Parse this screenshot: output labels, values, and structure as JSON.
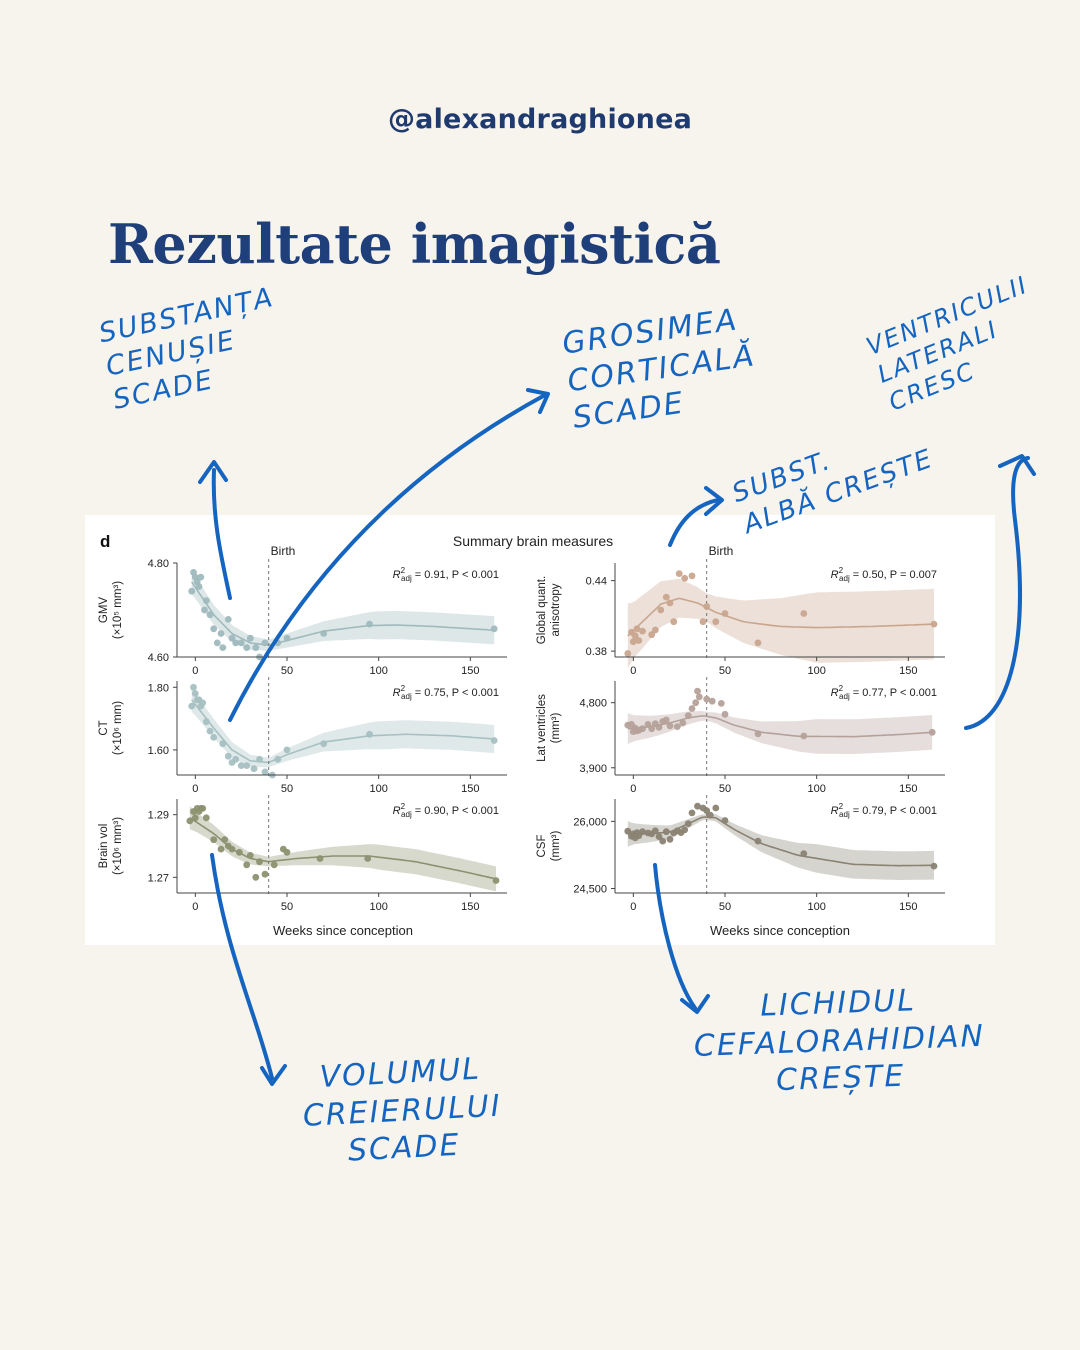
{
  "header": {
    "handle": "@alexandraghionea",
    "title": "Rezultate imagistică"
  },
  "annotations": {
    "gray_matter": "Substanța\ncenușie\nscade",
    "cortical_thickness": "Grosimea\ncorticală\nscade",
    "white_matter": "Subst.\nalbă crește",
    "ventricles": "Ventriculii\nlaterali\ncresc",
    "brain_volume": "Volumul\ncreierului\nscade",
    "csf": "Lichidul\ncefalorahidian\ncrește"
  },
  "colors": {
    "annotation_ink": "#1565c0",
    "gmv": "#9fb9bd",
    "ct": "#a7c0c2",
    "brain_vol": "#8c9170",
    "anisotropy": "#c9a58e",
    "lat_ventricles": "#b5a19a",
    "csf": "#8a8373"
  },
  "figure": {
    "panel_label": "d",
    "title": "Summary brain measures",
    "birth_label": "Birth",
    "x_axis_label": "Weeks since conception",
    "x_ticks": [
      "0",
      "50",
      "100",
      "150"
    ]
  },
  "chart_data": [
    {
      "type": "scatter",
      "id": "gmv",
      "ylabel": "GMV",
      "yunit": "(×10⁵ mm³)",
      "yticks": [
        "4.80",
        "4.60"
      ],
      "ylim": [
        4.6,
        4.8
      ],
      "xlim": [
        -10,
        170
      ],
      "birth_x": 40,
      "stat_r2": "= 0.91, P < 0.001",
      "points": [
        [
          -2,
          4.74
        ],
        [
          -1,
          4.78
        ],
        [
          0,
          4.77
        ],
        [
          1,
          4.76
        ],
        [
          2,
          4.75
        ],
        [
          3,
          4.77
        ],
        [
          5,
          4.7
        ],
        [
          6,
          4.72
        ],
        [
          8,
          4.69
        ],
        [
          10,
          4.66
        ],
        [
          12,
          4.63
        ],
        [
          14,
          4.65
        ],
        [
          15,
          4.62
        ],
        [
          18,
          4.68
        ],
        [
          20,
          4.64
        ],
        [
          22,
          4.63
        ],
        [
          25,
          4.63
        ],
        [
          28,
          4.62
        ],
        [
          30,
          4.64
        ],
        [
          33,
          4.62
        ],
        [
          35,
          4.6
        ],
        [
          38,
          4.63
        ],
        [
          45,
          4.63
        ],
        [
          50,
          4.64
        ],
        [
          70,
          4.65
        ],
        [
          95,
          4.67
        ],
        [
          163,
          4.66
        ]
      ],
      "fit": [
        [
          -2,
          4.76
        ],
        [
          10,
          4.69
        ],
        [
          20,
          4.65
        ],
        [
          30,
          4.63
        ],
        [
          40,
          4.625
        ],
        [
          50,
          4.635
        ],
        [
          70,
          4.655
        ],
        [
          95,
          4.667
        ],
        [
          110,
          4.668
        ],
        [
          130,
          4.665
        ],
        [
          163,
          4.657
        ]
      ],
      "band": [
        0.012,
        0.03
      ]
    },
    {
      "type": "scatter",
      "id": "ct",
      "ylabel": "CT",
      "yunit": "(×10⁶ mm)",
      "yticks": [
        "1.80",
        "1.60"
      ],
      "ylim": [
        1.52,
        1.82
      ],
      "xlim": [
        -10,
        170
      ],
      "birth_x": 40,
      "stat_r2": "= 0.75, P < 0.001",
      "points": [
        [
          -2,
          1.74
        ],
        [
          -1,
          1.8
        ],
        [
          0,
          1.78
        ],
        [
          1,
          1.76
        ],
        [
          2,
          1.76
        ],
        [
          3,
          1.74
        ],
        [
          4,
          1.75
        ],
        [
          6,
          1.69
        ],
        [
          8,
          1.66
        ],
        [
          10,
          1.64
        ],
        [
          15,
          1.62
        ],
        [
          18,
          1.58
        ],
        [
          20,
          1.56
        ],
        [
          22,
          1.57
        ],
        [
          25,
          1.55
        ],
        [
          28,
          1.55
        ],
        [
          32,
          1.54
        ],
        [
          35,
          1.57
        ],
        [
          38,
          1.53
        ],
        [
          42,
          1.52
        ],
        [
          45,
          1.57
        ],
        [
          50,
          1.6
        ],
        [
          70,
          1.62
        ],
        [
          95,
          1.65
        ],
        [
          163,
          1.63
        ]
      ],
      "fit": [
        [
          -2,
          1.76
        ],
        [
          10,
          1.67
        ],
        [
          20,
          1.6
        ],
        [
          30,
          1.565
        ],
        [
          40,
          1.56
        ],
        [
          50,
          1.585
        ],
        [
          70,
          1.625
        ],
        [
          95,
          1.645
        ],
        [
          115,
          1.65
        ],
        [
          140,
          1.645
        ],
        [
          163,
          1.635
        ]
      ],
      "band": [
        0.015,
        0.045
      ]
    },
    {
      "type": "scatter",
      "id": "brain_vol",
      "ylabel": "Brain vol",
      "yunit": "(×10⁶ mm³)",
      "yticks": [
        "1.29",
        "1.27"
      ],
      "ylim": [
        1.265,
        1.295
      ],
      "xlim": [
        -10,
        170
      ],
      "birth_x": 40,
      "stat_r2": "= 0.90, P < 0.001",
      "points": [
        [
          -3,
          1.288
        ],
        [
          -1,
          1.291
        ],
        [
          0,
          1.289
        ],
        [
          1,
          1.292
        ],
        [
          2,
          1.291
        ],
        [
          3,
          1.292
        ],
        [
          4,
          1.292
        ],
        [
          6,
          1.289
        ],
        [
          10,
          1.282
        ],
        [
          14,
          1.279
        ],
        [
          16,
          1.282
        ],
        [
          18,
          1.28
        ],
        [
          20,
          1.279
        ],
        [
          24,
          1.278
        ],
        [
          28,
          1.274
        ],
        [
          30,
          1.277
        ],
        [
          33,
          1.27
        ],
        [
          35,
          1.275
        ],
        [
          38,
          1.271
        ],
        [
          43,
          1.274
        ],
        [
          48,
          1.279
        ],
        [
          50,
          1.278
        ],
        [
          68,
          1.276
        ],
        [
          94,
          1.276
        ],
        [
          164,
          1.269
        ]
      ],
      "fit": [
        [
          -3,
          1.289
        ],
        [
          10,
          1.284
        ],
        [
          20,
          1.279
        ],
        [
          30,
          1.276
        ],
        [
          40,
          1.275
        ],
        [
          55,
          1.276
        ],
        [
          75,
          1.2768
        ],
        [
          95,
          1.2768
        ],
        [
          120,
          1.275
        ],
        [
          145,
          1.272
        ],
        [
          164,
          1.2695
        ]
      ],
      "band": [
        0.0015,
        0.004
      ]
    },
    {
      "type": "scatter",
      "id": "anisotropy",
      "ylabel": "Global quant.",
      "ylabel2": "anisotropy",
      "yticks": [
        "0.44",
        "0.38"
      ],
      "ylim": [
        0.375,
        0.455
      ],
      "xlim": [
        -10,
        170
      ],
      "birth_x": 40,
      "stat_r2": "= 0.50, P = 0.007",
      "points": [
        [
          -3,
          0.378
        ],
        [
          -1,
          0.396
        ],
        [
          0,
          0.388
        ],
        [
          1,
          0.393
        ],
        [
          2,
          0.399
        ],
        [
          3,
          0.389
        ],
        [
          5,
          0.397
        ],
        [
          10,
          0.394
        ],
        [
          12,
          0.398
        ],
        [
          15,
          0.415
        ],
        [
          18,
          0.426
        ],
        [
          20,
          0.421
        ],
        [
          22,
          0.405
        ],
        [
          25,
          0.446
        ],
        [
          28,
          0.442
        ],
        [
          32,
          0.444
        ],
        [
          38,
          0.405
        ],
        [
          40,
          0.418
        ],
        [
          45,
          0.405
        ],
        [
          50,
          0.412
        ],
        [
          68,
          0.387
        ],
        [
          93,
          0.412
        ],
        [
          164,
          0.403
        ]
      ],
      "fit": [
        [
          -3,
          0.393
        ],
        [
          5,
          0.405
        ],
        [
          15,
          0.42
        ],
        [
          25,
          0.425
        ],
        [
          35,
          0.421
        ],
        [
          45,
          0.413
        ],
        [
          60,
          0.405
        ],
        [
          80,
          0.401
        ],
        [
          100,
          0.4
        ],
        [
          130,
          0.401
        ],
        [
          164,
          0.403
        ]
      ],
      "band": [
        0.012,
        0.03
      ]
    },
    {
      "type": "scatter",
      "id": "lat_ventricles",
      "ylabel": "Lat ventricles",
      "yunit": "(mm³)",
      "yticks": [
        "4,800",
        "3,900"
      ],
      "ylim": [
        3800,
        5100
      ],
      "xlim": [
        -10,
        170
      ],
      "birth_x": 40,
      "stat_r2": "= 0.77, P < 0.001",
      "points": [
        [
          -3,
          4490
        ],
        [
          -1,
          4500
        ],
        [
          0,
          4400
        ],
        [
          1,
          4450
        ],
        [
          2,
          4410
        ],
        [
          3,
          4420
        ],
        [
          5,
          4440
        ],
        [
          8,
          4500
        ],
        [
          10,
          4440
        ],
        [
          12,
          4510
        ],
        [
          14,
          4460
        ],
        [
          16,
          4540
        ],
        [
          18,
          4560
        ],
        [
          20,
          4480
        ],
        [
          24,
          4470
        ],
        [
          27,
          4520
        ],
        [
          30,
          4620
        ],
        [
          32,
          4720
        ],
        [
          34,
          4800
        ],
        [
          35,
          4960
        ],
        [
          36,
          4880
        ],
        [
          40,
          4850
        ],
        [
          43,
          4820
        ],
        [
          48,
          4790
        ],
        [
          50,
          4640
        ],
        [
          68,
          4370
        ],
        [
          93,
          4340
        ],
        [
          163,
          4390
        ]
      ],
      "fit": [
        [
          -3,
          4440
        ],
        [
          10,
          4470
        ],
        [
          20,
          4520
        ],
        [
          30,
          4590
        ],
        [
          38,
          4620
        ],
        [
          45,
          4590
        ],
        [
          55,
          4490
        ],
        [
          70,
          4390
        ],
        [
          90,
          4335
        ],
        [
          120,
          4330
        ],
        [
          145,
          4360
        ],
        [
          163,
          4390
        ]
      ],
      "band": [
        60,
        240
      ]
    },
    {
      "type": "scatter",
      "id": "csf",
      "ylabel": "CSF",
      "yunit": "(mm³)",
      "yticks": [
        "26,000",
        "24,500"
      ],
      "ylim": [
        24400,
        26500
      ],
      "xlim": [
        -10,
        170
      ],
      "birth_x": 40,
      "stat_r2": "= 0.79, P < 0.001",
      "points": [
        [
          -3,
          25780
        ],
        [
          -1,
          25670
        ],
        [
          0,
          25720
        ],
        [
          1,
          25630
        ],
        [
          2,
          25750
        ],
        [
          3,
          25680
        ],
        [
          5,
          25770
        ],
        [
          8,
          25740
        ],
        [
          10,
          25720
        ],
        [
          12,
          25790
        ],
        [
          14,
          25660
        ],
        [
          16,
          25560
        ],
        [
          18,
          25770
        ],
        [
          20,
          25600
        ],
        [
          22,
          25740
        ],
        [
          24,
          25790
        ],
        [
          26,
          25750
        ],
        [
          28,
          25810
        ],
        [
          30,
          25950
        ],
        [
          32,
          26190
        ],
        [
          35,
          26340
        ],
        [
          38,
          26300
        ],
        [
          40,
          26240
        ],
        [
          42,
          26140
        ],
        [
          45,
          26300
        ],
        [
          50,
          26020
        ],
        [
          68,
          25560
        ],
        [
          93,
          25280
        ],
        [
          164,
          25000
        ]
      ],
      "fit": [
        [
          -3,
          25720
        ],
        [
          10,
          25730
        ],
        [
          20,
          25760
        ],
        [
          30,
          25950
        ],
        [
          38,
          26100
        ],
        [
          45,
          26080
        ],
        [
          55,
          25820
        ],
        [
          70,
          25500
        ],
        [
          90,
          25240
        ],
        [
          120,
          25040
        ],
        [
          145,
          25010
        ],
        [
          164,
          25020
        ]
      ],
      "band": [
        60,
        320
      ]
    }
  ]
}
